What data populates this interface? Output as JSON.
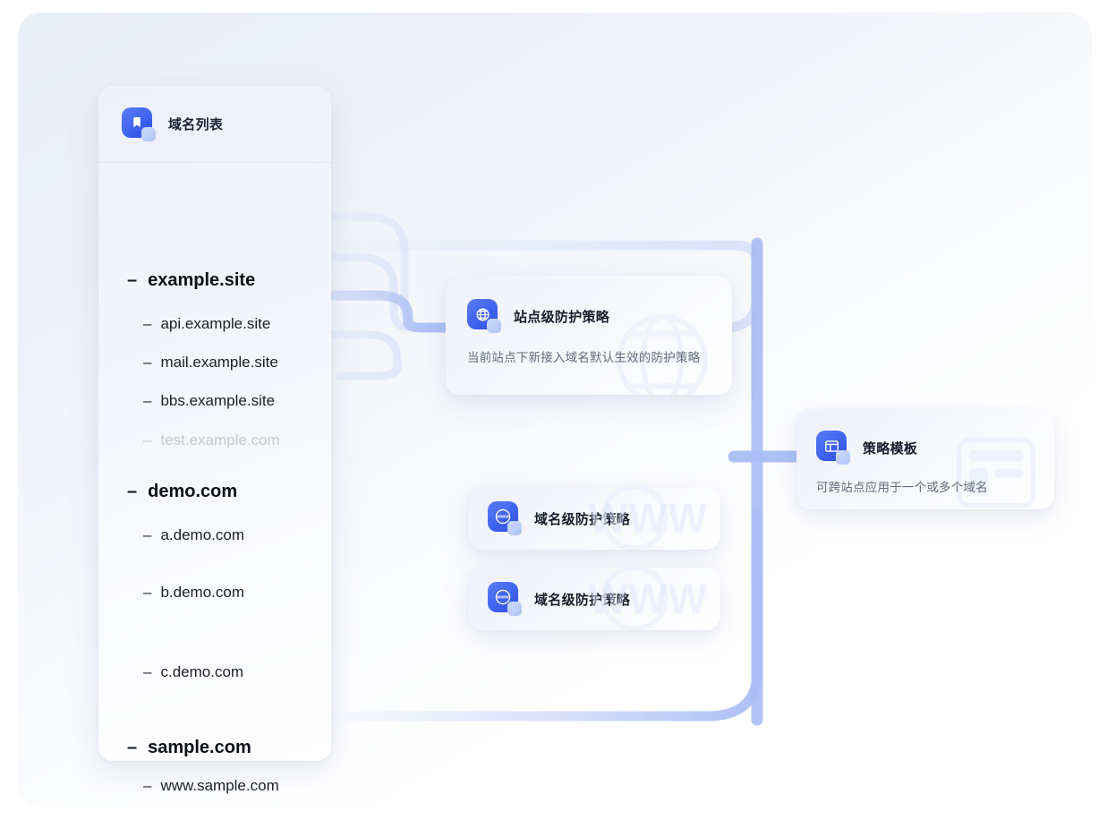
{
  "sidebar": {
    "icon": "bookmark-icon",
    "title": "域名列表",
    "groups": [
      {
        "name": "example.site",
        "children": [
          {
            "name": "api.example.site",
            "muted": false
          },
          {
            "name": "mail.example.site",
            "muted": false
          },
          {
            "name": "bbs.example.site",
            "muted": false
          },
          {
            "name": "test.example.com",
            "muted": true
          }
        ]
      },
      {
        "name": "demo.com",
        "children": [
          {
            "name": "a.demo.com",
            "muted": false
          },
          {
            "name": "b.demo.com",
            "muted": false
          },
          {
            "name": "c.demo.com",
            "muted": false
          }
        ]
      },
      {
        "name": "sample.com",
        "children": [
          {
            "name": "www.sample.com",
            "muted": false
          }
        ]
      }
    ]
  },
  "cards": {
    "site_policy": {
      "icon": "globe-icon",
      "title": "站点级防护策略",
      "description": "当前站点下新接入域名默认生效的防护策略",
      "watermark": "globe-watermark"
    },
    "policy_template": {
      "icon": "template-icon",
      "title": "策略模板",
      "description": "可跨站点应用于一个或多个域名",
      "watermark": "template-watermark"
    },
    "domain_policy_1": {
      "icon": "www-icon",
      "title": "域名级防护策略",
      "watermark": "WWW"
    },
    "domain_policy_2": {
      "icon": "www-icon",
      "title": "域名级防护策略",
      "watermark": "WWW"
    }
  },
  "colors": {
    "accent": "#3f63ef",
    "accent_light": "#aec3f7",
    "wire": "#a9bdf5",
    "panel": "#eef1fa",
    "muted_text": "#c3c7d2",
    "title_text": "#0d1017",
    "desc_text": "#646b7d"
  }
}
